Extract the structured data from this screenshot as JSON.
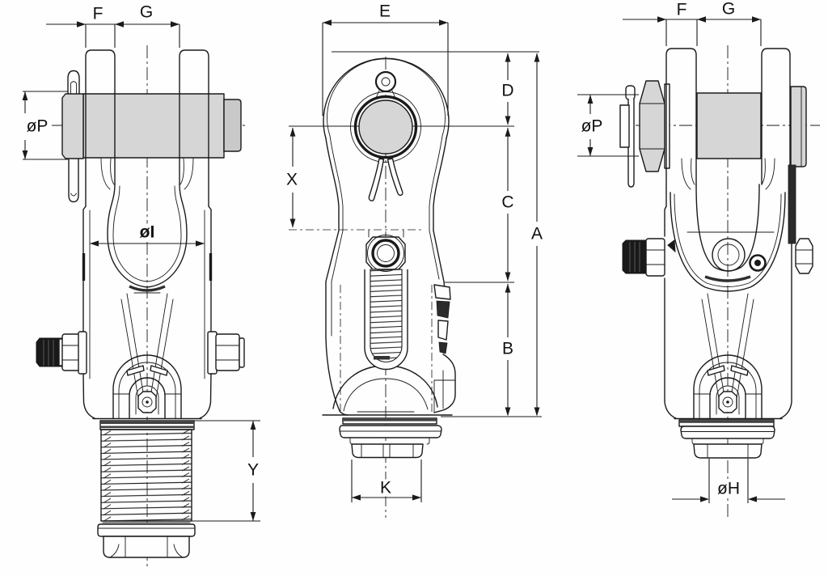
{
  "labels": {
    "left_f": "F",
    "left_g": "G",
    "left_p": "øP",
    "left_i": "øI",
    "left_y": "Y",
    "mid_e": "E",
    "mid_x": "X",
    "mid_d": "D",
    "mid_c": "C",
    "mid_a": "A",
    "mid_b": "B",
    "mid_k": "K",
    "right_f": "F",
    "right_g": "G",
    "right_p": "øP",
    "right_h": "øH"
  },
  "colors": {
    "line": "#1a1a1a",
    "metal_fill": "#d6d6d6",
    "dark_fill": "#191919",
    "background": "#fefefe"
  }
}
